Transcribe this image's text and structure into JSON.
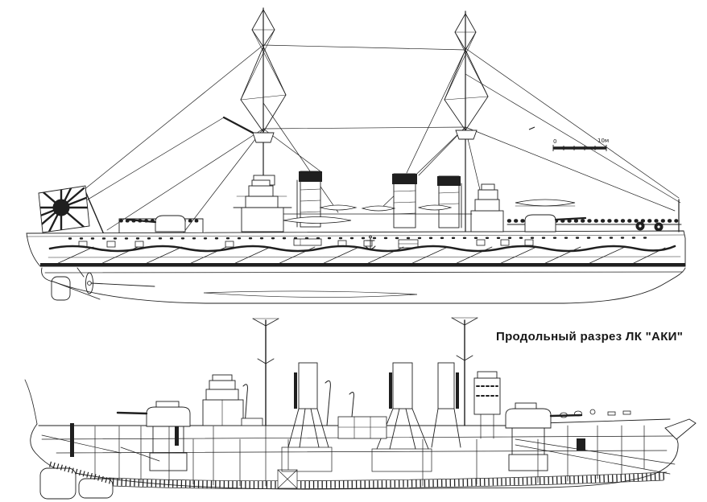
{
  "colors": {
    "background": "#ffffff",
    "ink": "#1f1f1f"
  },
  "caption": "Продольный разрез ЛК \"АКИ\"",
  "scale_bar": {
    "start": "0",
    "end": "10м"
  },
  "icons": {
    "flag": "rising-sun-ensign-icon",
    "anchor": "anchor-icon"
  }
}
